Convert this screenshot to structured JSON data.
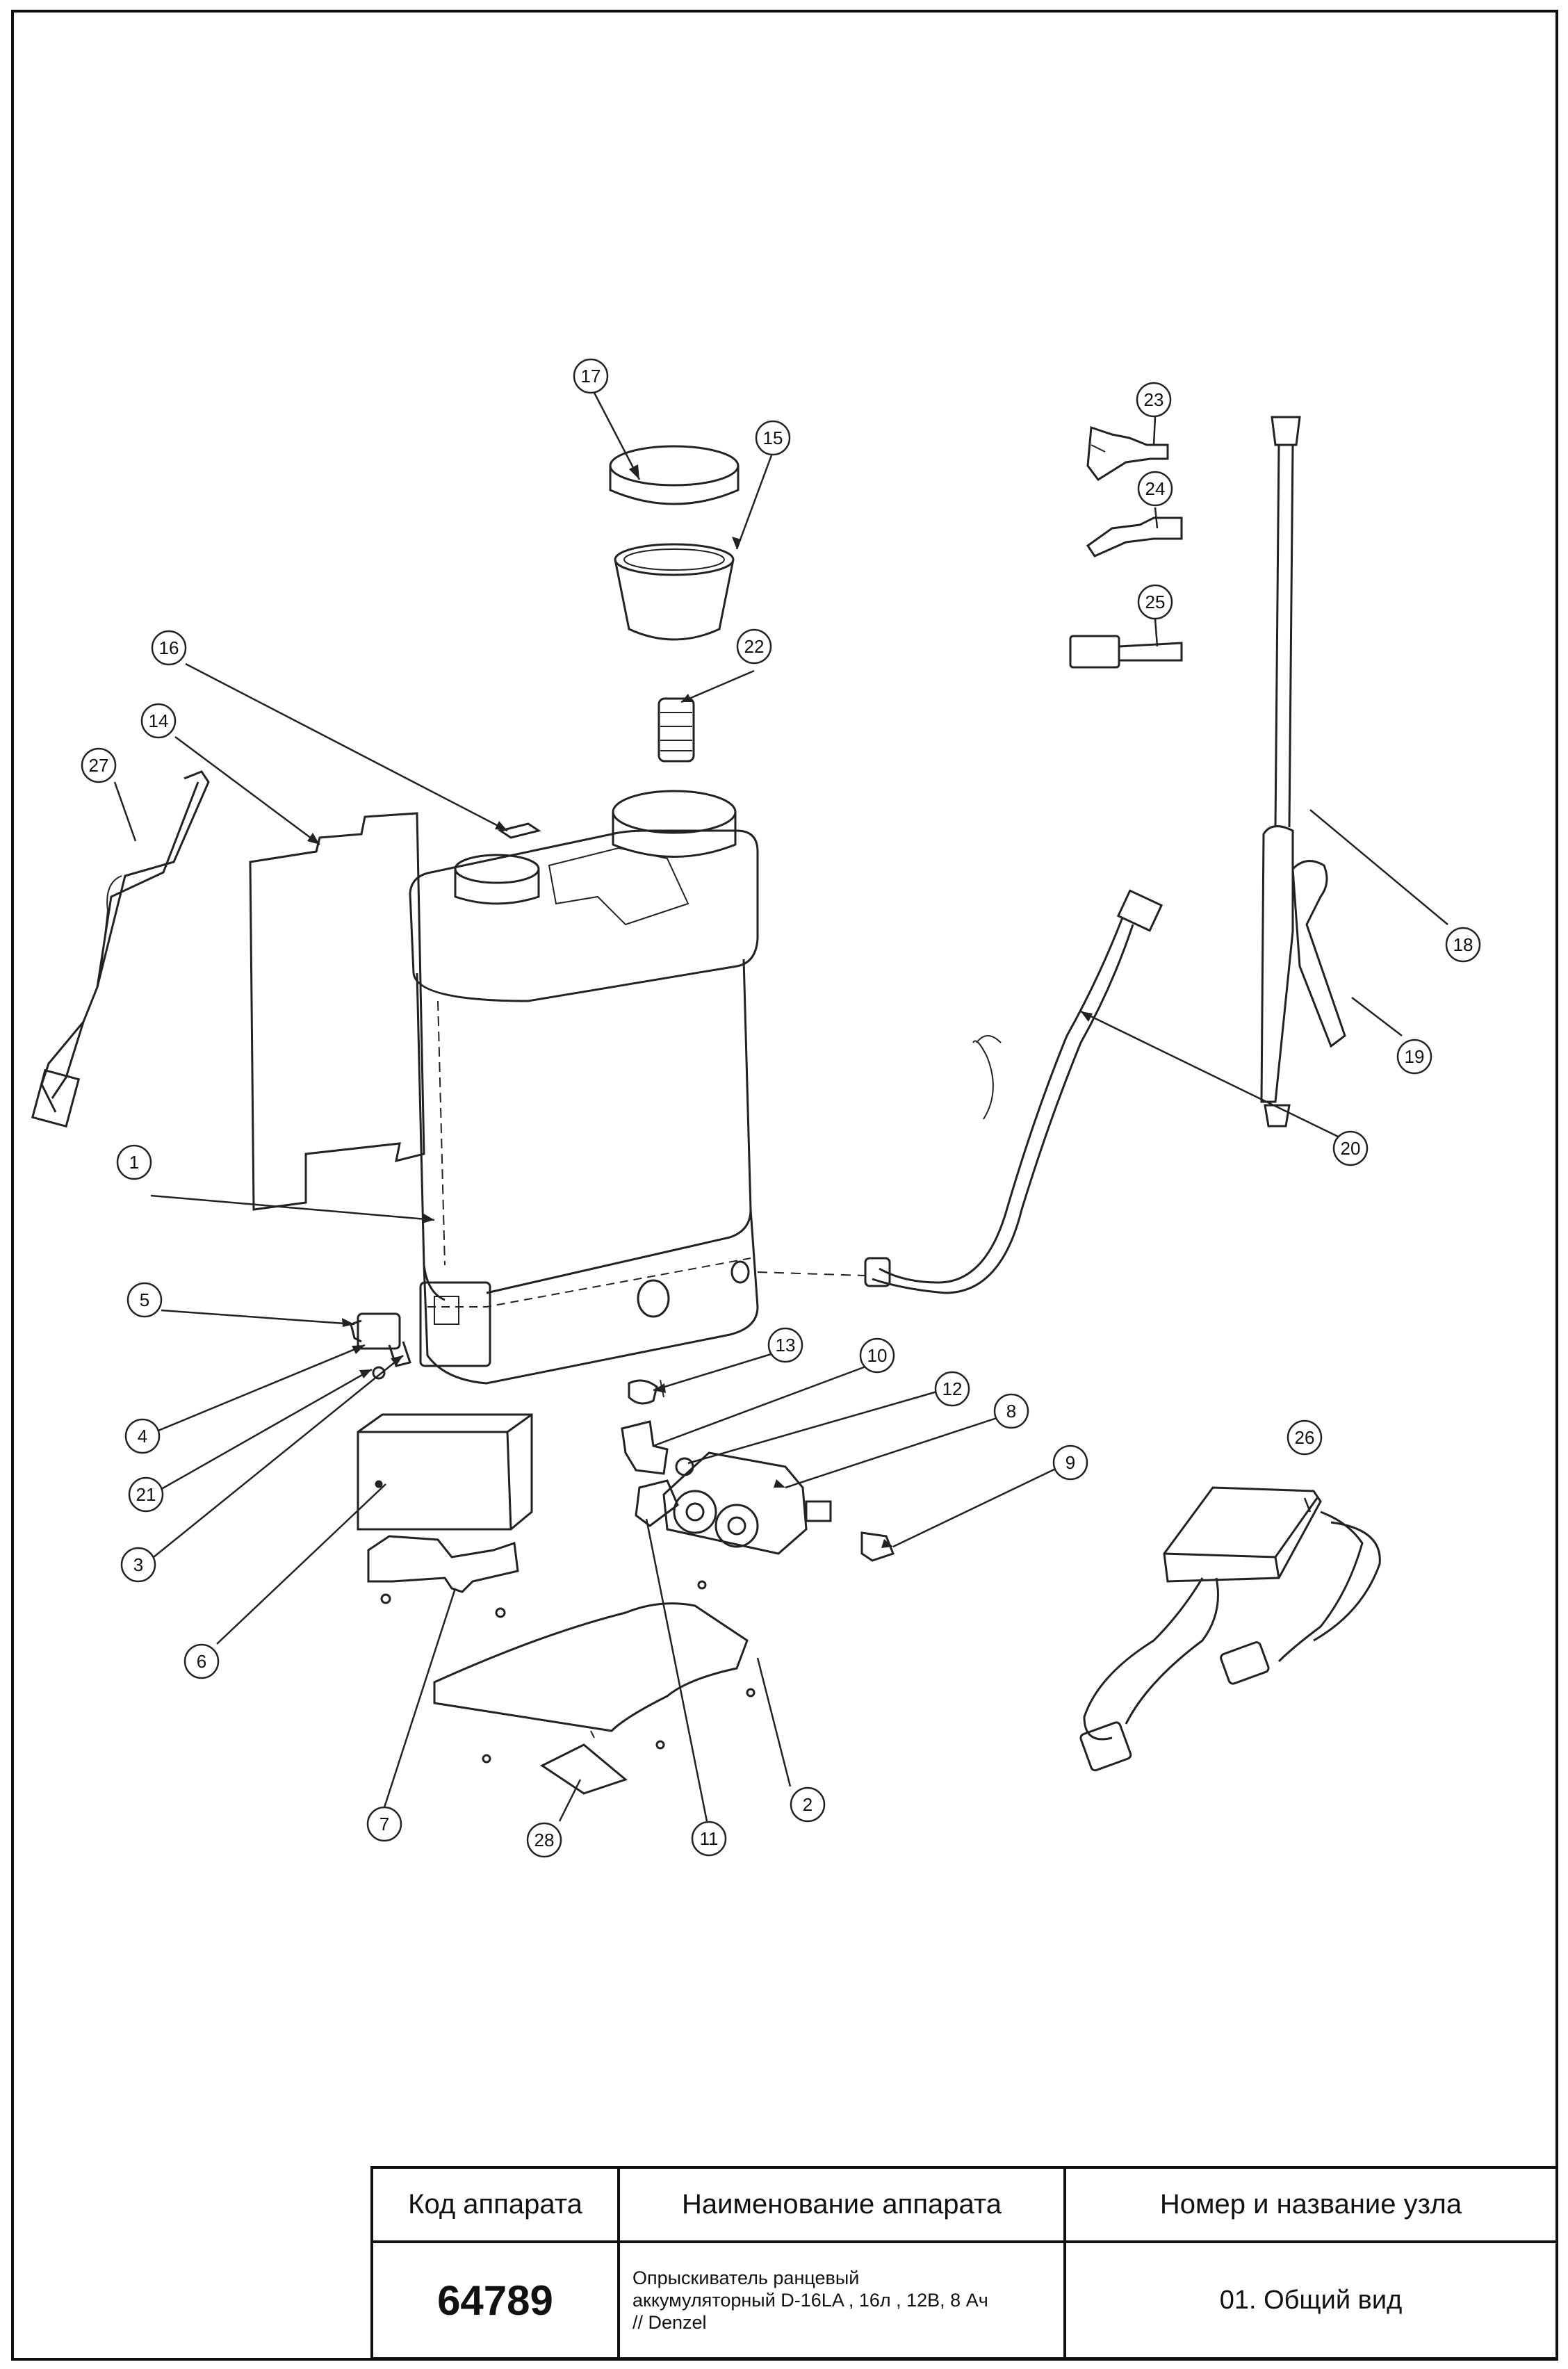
{
  "title_block": {
    "headers": {
      "code": "Код аппарата",
      "name": "Наименование аппарата",
      "node": "Номер и название узла"
    },
    "values": {
      "code": "64789",
      "name_lines": [
        "Опрыскиватель ранцевый",
        "аккумуляторный D-16LA , 16л , 12В, 8 Ач",
        "// Denzel"
      ],
      "node": "01. Общий вид"
    }
  },
  "callouts": [
    "1",
    "2",
    "3",
    "4",
    "5",
    "6",
    "7",
    "8",
    "9",
    "10",
    "11",
    "12",
    "13",
    "14",
    "15",
    "16",
    "17",
    "18",
    "19",
    "20",
    "21",
    "22",
    "23",
    "24",
    "25",
    "26",
    "27",
    "28"
  ],
  "colors": {
    "line": "#222222",
    "frame": "#111111"
  }
}
